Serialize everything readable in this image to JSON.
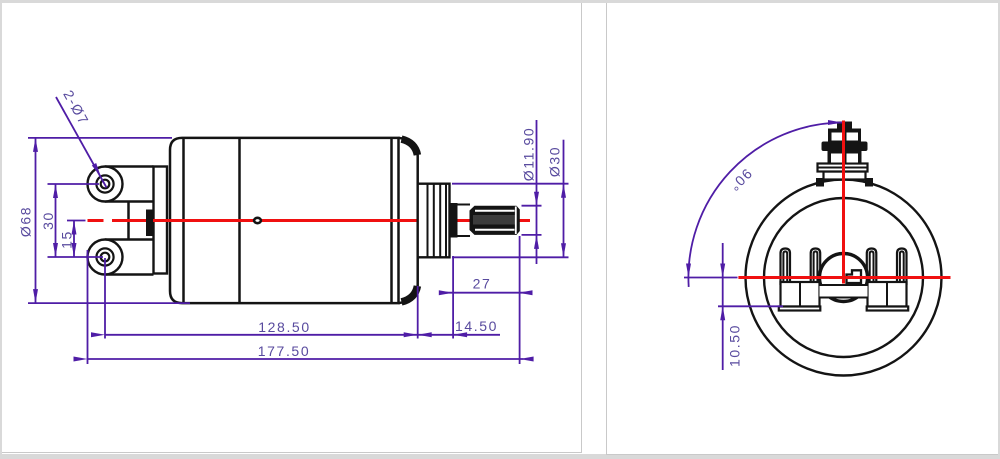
{
  "document": {
    "type": "technical-drawing",
    "subject": "starter motor two-view dimensioned CAD drawing",
    "views": [
      "side view",
      "end view"
    ]
  },
  "colors": {
    "page_bg": "#d9d9d9",
    "panel_bg": "#ffffff",
    "panel_border": "#c9c9c9",
    "ink": "#141414",
    "dimension_line": "#4f1da6",
    "dimension_text": "#584a9e",
    "centerline": "#f01010"
  },
  "side_view": {
    "dims": {
      "holes_label": "2-Ø7",
      "body_diameter": "Ø68",
      "hole_spacing": "30",
      "hole_offset": "15",
      "body_length": "128.50",
      "cap_length": "14.50",
      "total_length": "177.50",
      "shaft_length": "27",
      "shaft_diameter": "Ø11.90",
      "boss_diameter": "Ø30"
    }
  },
  "end_view": {
    "dims": {
      "terminal_angle": "90°",
      "plate_offset": "10.50"
    }
  }
}
